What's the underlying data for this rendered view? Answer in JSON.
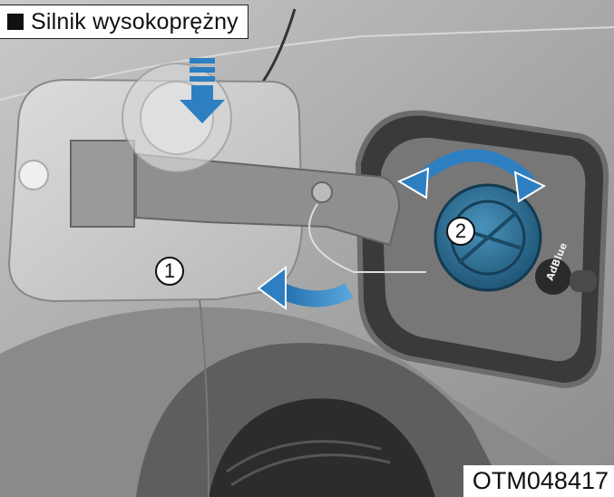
{
  "header": {
    "title": "Silnik wysokoprężny"
  },
  "callouts": {
    "fuel_door": "1",
    "fuel_cap": "2"
  },
  "labels": {
    "adblue": "AdBlue"
  },
  "footer": {
    "image_code": "OTM048417"
  },
  "colors": {
    "body_panel": "#9b9b9b",
    "arrow_blue": "#2e7fc1",
    "cap_blue": "#2a6e98",
    "recess_dark": "#2f2f2f"
  }
}
